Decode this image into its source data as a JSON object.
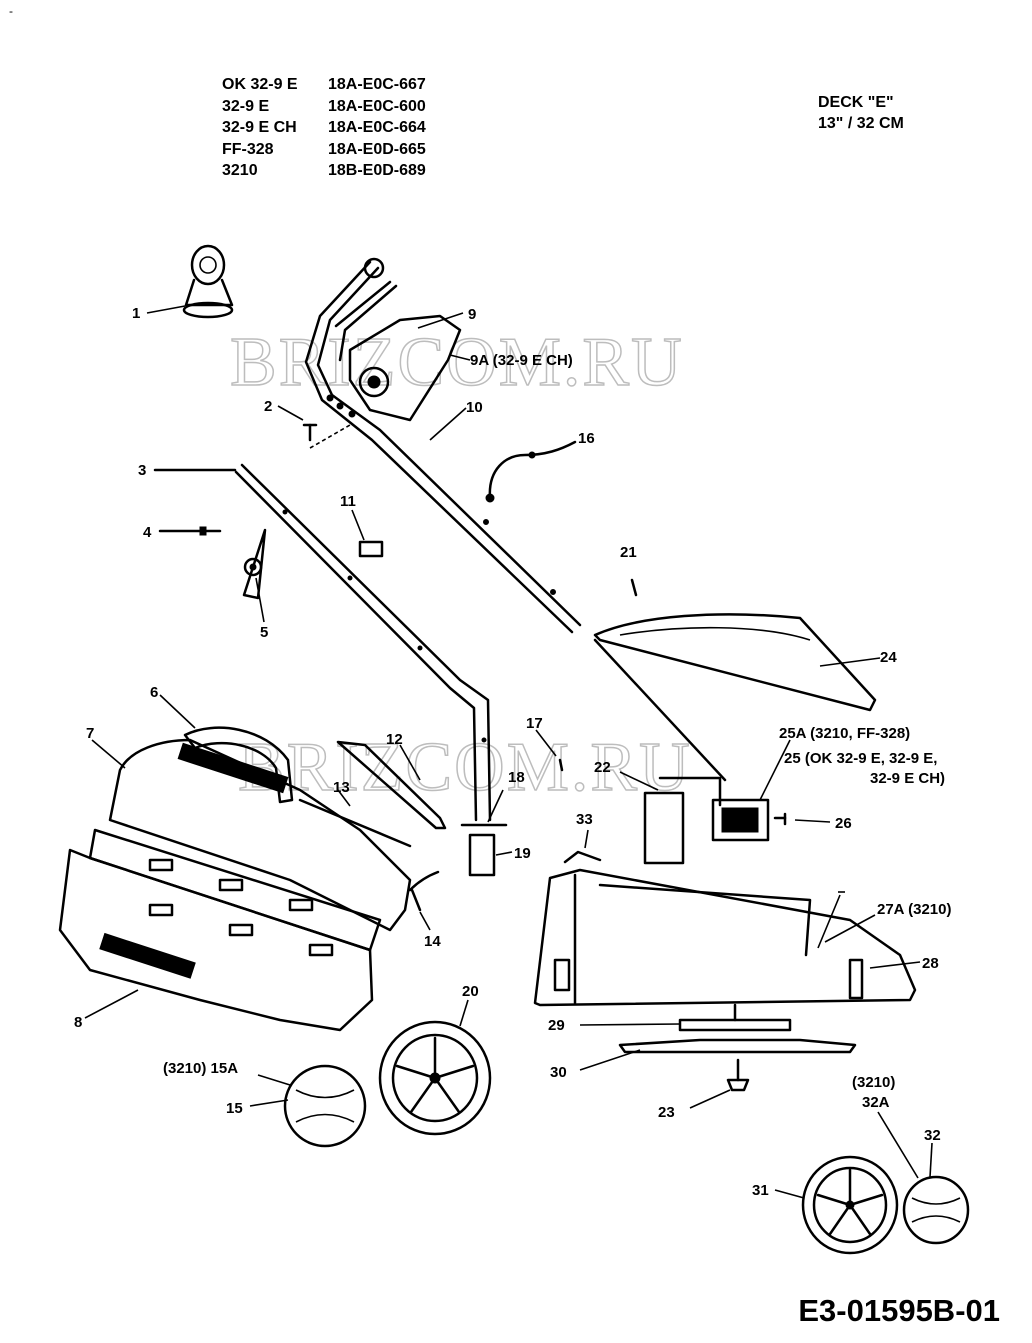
{
  "corner_mark": "-",
  "models": [
    {
      "model": "OK 32-9 E",
      "code": "18A-E0C-667"
    },
    {
      "model": "32-9 E",
      "code": "18A-E0C-600"
    },
    {
      "model": "32-9 E CH",
      "code": "18A-E0C-664"
    },
    {
      "model": "FF-328",
      "code": "18A-E0D-665"
    },
    {
      "model": "3210",
      "code": "18B-E0D-689"
    }
  ],
  "deck": {
    "line1": "DECK \"E\"",
    "line2": "13\" / 32 CM"
  },
  "watermark": "BRIZCOM.RU",
  "document_number": "E3-01595B-01",
  "part_labels": {
    "p1": "1",
    "p2": "2",
    "p3": "3",
    "p4": "4",
    "p5": "5",
    "p6": "6",
    "p7": "7",
    "p8": "8",
    "p9": "9",
    "p9a": "9A (32-9 E CH)",
    "p10": "10",
    "p11": "11",
    "p12": "12",
    "p13": "13",
    "p14": "14",
    "p15": "15",
    "p15a": "(3210) 15A",
    "p16": "16",
    "p17": "17",
    "p18": "18",
    "p19": "19",
    "p20": "20",
    "p21": "21",
    "p22": "22",
    "p23": "23",
    "p24": "24",
    "p25a": "25A  (3210, FF-328)",
    "p25": "25 (OK 32-9 E, 32-9 E,",
    "p25b": "32-9 E CH)",
    "p26": "26",
    "p27a": "27A (3210)",
    "p28": "28",
    "p29": "29",
    "p30": "30",
    "p31": "31",
    "p32": "32",
    "p32a_l1": "(3210)",
    "p32a_l2": "32A",
    "p33": "33"
  }
}
